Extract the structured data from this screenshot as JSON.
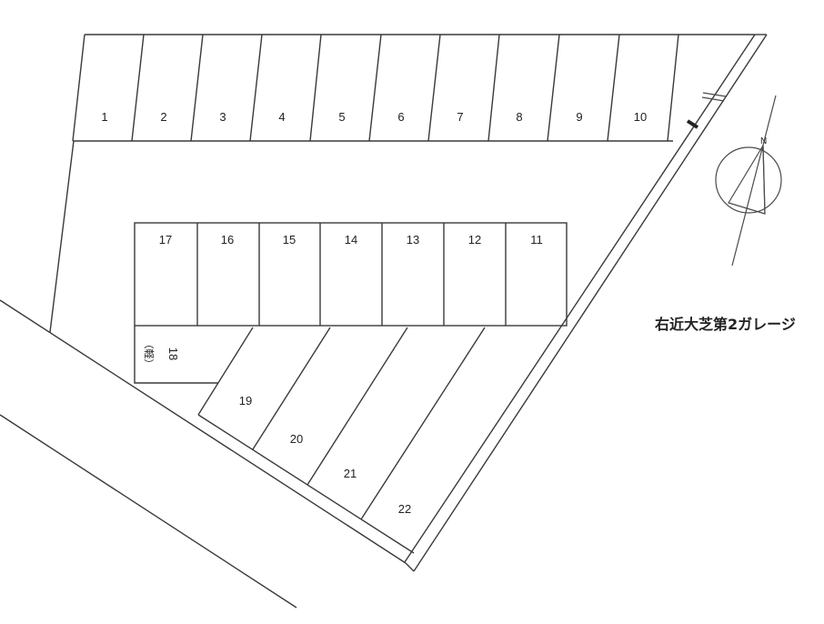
{
  "title": "右近大芝第2ガレージ",
  "compass": {
    "label": "N"
  },
  "spots": {
    "top_row": [
      {
        "id": "1",
        "label": "1"
      },
      {
        "id": "2",
        "label": "2"
      },
      {
        "id": "3",
        "label": "3"
      },
      {
        "id": "4",
        "label": "4"
      },
      {
        "id": "5",
        "label": "5"
      },
      {
        "id": "6",
        "label": "6"
      },
      {
        "id": "7",
        "label": "7"
      },
      {
        "id": "8",
        "label": "8"
      },
      {
        "id": "9",
        "label": "9"
      },
      {
        "id": "10",
        "label": "10"
      }
    ],
    "middle_row": [
      {
        "id": "17",
        "label": "17"
      },
      {
        "id": "16",
        "label": "16"
      },
      {
        "id": "15",
        "label": "15"
      },
      {
        "id": "14",
        "label": "14"
      },
      {
        "id": "13",
        "label": "13"
      },
      {
        "id": "12",
        "label": "12"
      },
      {
        "id": "11",
        "label": "11"
      }
    ],
    "spot_18": {
      "id": "18",
      "label": "18",
      "note": "（軽）"
    },
    "diagonal_row": [
      {
        "id": "19",
        "label": "19"
      },
      {
        "id": "20",
        "label": "20"
      },
      {
        "id": "21",
        "label": "21"
      },
      {
        "id": "22",
        "label": "22"
      }
    ]
  },
  "colors": {
    "line": "#3a3a3a",
    "background": "#ffffff",
    "text": "#222222"
  }
}
